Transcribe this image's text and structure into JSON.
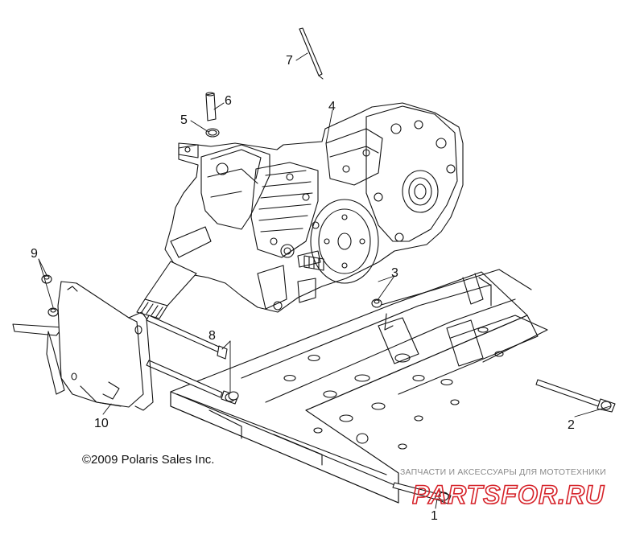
{
  "diagram": {
    "callouts": [
      {
        "id": "1",
        "label": "1"
      },
      {
        "id": "2",
        "label": "2"
      },
      {
        "id": "3",
        "label": "3"
      },
      {
        "id": "4",
        "label": "4"
      },
      {
        "id": "5",
        "label": "5"
      },
      {
        "id": "6",
        "label": "6"
      },
      {
        "id": "7",
        "label": "7"
      },
      {
        "id": "8",
        "label": "8"
      },
      {
        "id": "9",
        "label": "9"
      },
      {
        "id": "10",
        "label": "10"
      }
    ],
    "copyright": "©2009 Polaris Sales Inc.",
    "watermark": {
      "tagline": "ЗАПЧАСТИ И АКСЕССУАРЫ ДЛЯ МОТОТЕХНИКИ",
      "brand": "PARTSFOR.RU",
      "brand_color": "#d6232a"
    }
  }
}
